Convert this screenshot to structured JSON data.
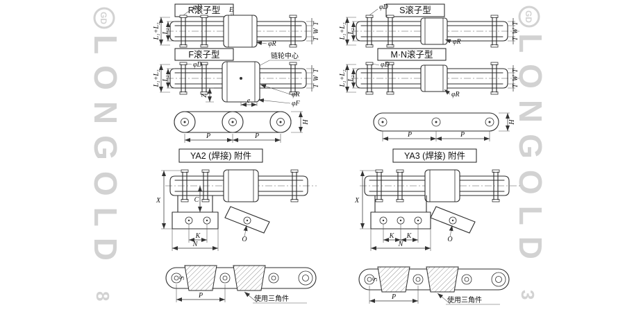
{
  "brand": {
    "watermark": "LONGOLD",
    "logo_text": "GD",
    "fragment_left": "8",
    "fragment_right": "3"
  },
  "sections": {
    "r": {
      "title": "R滚子型"
    },
    "s": {
      "title": "S滚子型"
    },
    "f": {
      "title": "F滚子型",
      "note": "链轮中心"
    },
    "mn": {
      "title": "M·N滚子型"
    },
    "ya2": {
      "title": "YA2 (焊接) 附件",
      "note": "使用三角件"
    },
    "ya3": {
      "title": "YA3 (焊接) 附件",
      "note": "使用三角件"
    }
  },
  "dims": {
    "l1_l2": "L₁+L₂",
    "l2": "L₂",
    "phi_d": "φD",
    "phi_r": "φR",
    "phi_f": "φF",
    "E": "E",
    "e": "e",
    "T": "T",
    "W": "W",
    "P": "P",
    "H": "H",
    "X": "X",
    "C": "C",
    "K": "K",
    "N": "N",
    "O": "O",
    "S": "S",
    "Z": "Z"
  }
}
